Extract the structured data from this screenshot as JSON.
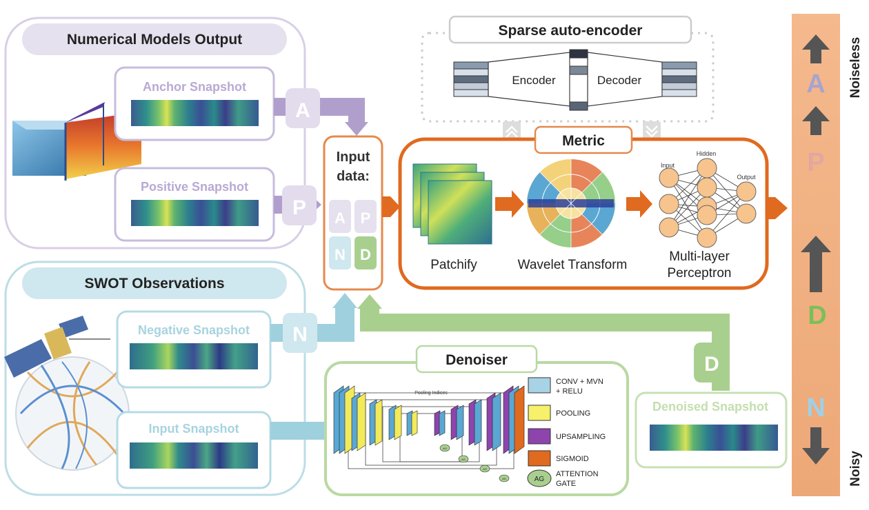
{
  "numerical": {
    "title": "Numerical Models Output",
    "anchor_label": "Anchor Snapshot",
    "positive_label": "Positive Snapshot",
    "color": "#b3a3cc"
  },
  "swot": {
    "title": "SWOT Observations",
    "negative_label": "Negative Snapshot",
    "input_label": "Input Snapshot",
    "color": "#9ecfdd"
  },
  "letters": {
    "a": "A",
    "p": "P",
    "n": "N",
    "d": "D"
  },
  "input_data": {
    "line1": "Input",
    "line2": "data:"
  },
  "sae": {
    "title": "Sparse auto-encoder",
    "encoder": "Encoder",
    "decoder": "Decoder"
  },
  "metric": {
    "title": "Metric",
    "patchify": "Patchify",
    "wavelet": "Wavelet Transform",
    "mlp_line1": "Multi-layer",
    "mlp_line2": "Perceptron",
    "nn_input": "Input",
    "nn_hidden": "Hidden",
    "nn_output": "Output",
    "color": "#e06a1f"
  },
  "denoiser": {
    "title": "Denoiser",
    "pooling_indices": "Pooling Indices",
    "legend": {
      "conv_line1": "CONV + MVN",
      "conv_line2": "+ RELU",
      "pooling": "POOLING",
      "upsampling": "UPSAMPLING",
      "sigmoid": "SIGMOID",
      "ag_badge": "AG",
      "attention_line1": "ATTENTION",
      "attention_line2": "GATE"
    },
    "ag_small": "AG",
    "denoised_label": "Denoised Snapshot",
    "color": "#a9cf8f"
  },
  "scale": {
    "noiseless": "Noiseless",
    "noisy": "Noisy",
    "color": "#f0b084"
  }
}
